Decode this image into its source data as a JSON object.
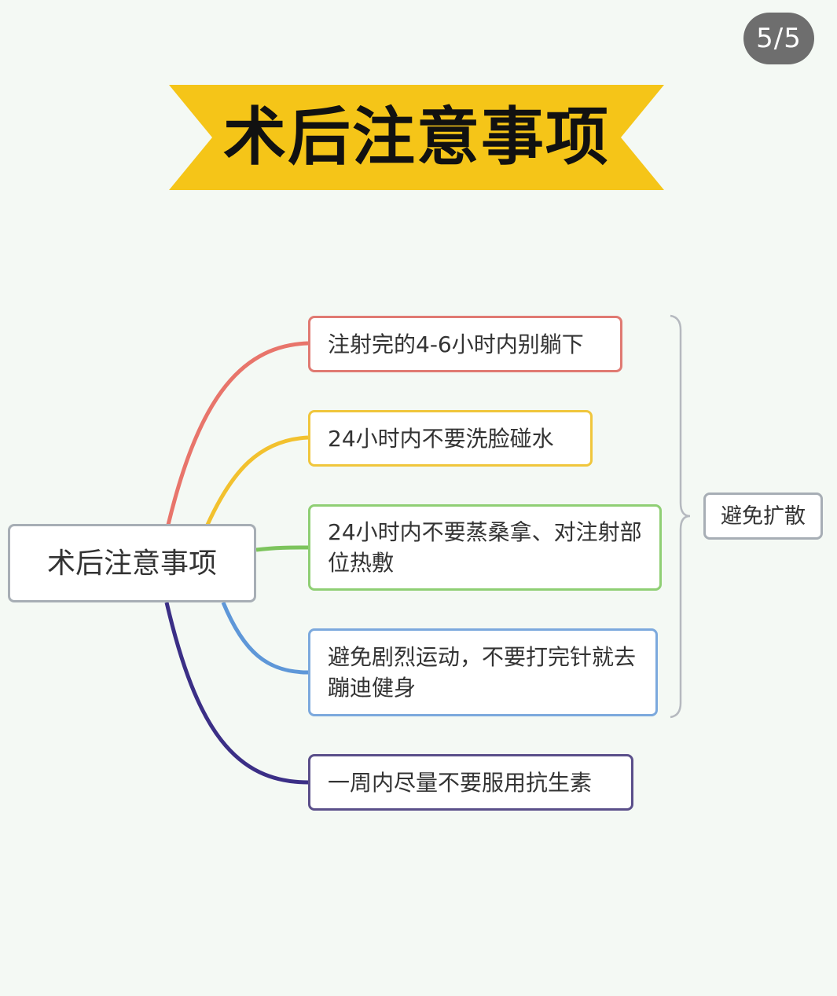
{
  "page_counter": "5/5",
  "title": "术后注意事项",
  "mindmap": {
    "root": "术后注意事项",
    "items": [
      "注射完的4-6小时内别躺下",
      "24小时内不要洗脸碰水",
      "24小时内不要蒸桑拿、对注射部位热敷",
      "避免剧烈运动，不要打完针就去蹦迪健身",
      "一周内尽量不要服用抗生素"
    ],
    "summary": "避免扩散"
  },
  "colors": {
    "banner": "#f5c518",
    "branch_1": "#e8756b",
    "branch_2": "#f2c12e",
    "branch_3": "#7cc45c",
    "branch_4": "#5e97d8",
    "branch_5": "#3b2f86",
    "background": "#f4f9f4"
  }
}
